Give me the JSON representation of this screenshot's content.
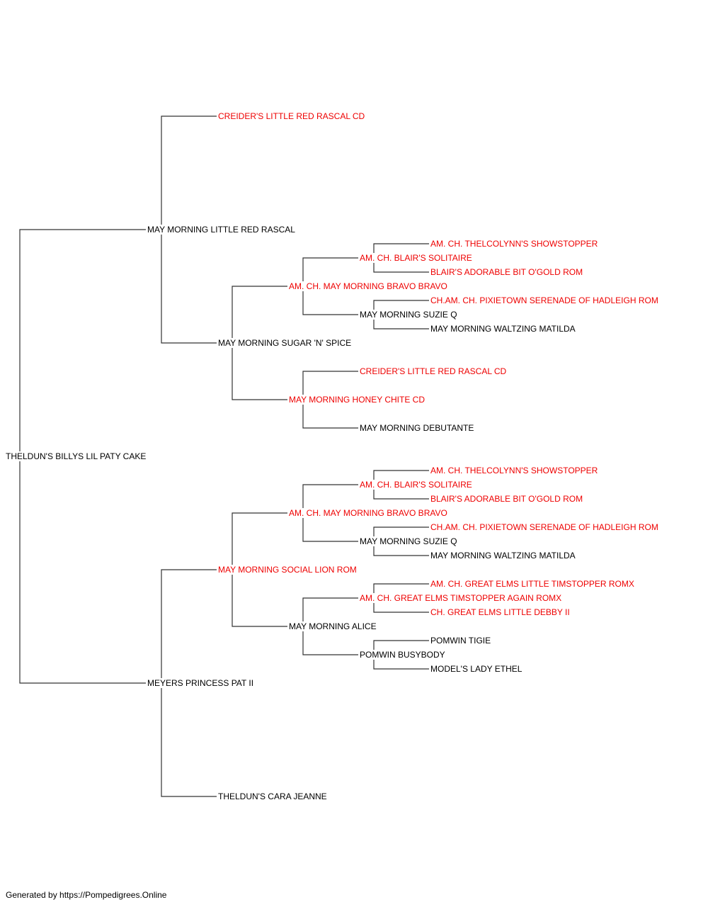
{
  "colors": {
    "titled": "#ee0000",
    "plain": "#000000",
    "line": "#333333"
  },
  "pedigree": {
    "subject": {
      "name": "THELDUN'S BILLYS LIL PATY CAKE",
      "red": false
    },
    "sire": {
      "name": "MAY MORNING LITTLE RED RASCAL",
      "red": false
    },
    "sire_sire": {
      "name": "CREIDER'S LITTLE RED RASCAL CD",
      "red": true
    },
    "sire_dam": {
      "name": "MAY MORNING SUGAR 'N' SPICE",
      "red": false
    },
    "sire_dam_sire": {
      "name": "AM. CH. MAY MORNING BRAVO BRAVO",
      "red": true
    },
    "sire_dam_sire_sire": {
      "name": "AM. CH. BLAIR'S SOLITAIRE",
      "red": true
    },
    "sire_dam_sire_sire_sire": {
      "name": "AM. CH. THELCOLYNN'S SHOWSTOPPER",
      "red": true
    },
    "sire_dam_sire_sire_dam": {
      "name": "BLAIR'S ADORABLE BIT O'GOLD ROM",
      "red": true
    },
    "sire_dam_sire_dam": {
      "name": "MAY MORNING SUZIE Q",
      "red": false
    },
    "sire_dam_sire_dam_sire": {
      "name": "CH.AM. CH. PIXIETOWN SERENADE OF HADLEIGH ROM",
      "red": true
    },
    "sire_dam_sire_dam_dam": {
      "name": "MAY MORNING WALTZING MATILDA",
      "red": false
    },
    "sire_dam_dam": {
      "name": "MAY MORNING HONEY CHITE CD",
      "red": true
    },
    "sire_dam_dam_sire": {
      "name": "CREIDER'S LITTLE RED RASCAL CD",
      "red": true
    },
    "sire_dam_dam_dam": {
      "name": "MAY MORNING DEBUTANTE",
      "red": false
    },
    "dam": {
      "name": "MEYERS PRINCESS PAT II",
      "red": false
    },
    "dam_sire": {
      "name": "MAY MORNING SOCIAL LION ROM",
      "red": true
    },
    "dam_sire_sire": {
      "name": "AM. CH. MAY MORNING BRAVO BRAVO",
      "red": true
    },
    "dam_sire_sire_sire": {
      "name": "AM. CH. BLAIR'S SOLITAIRE",
      "red": true
    },
    "dam_sire_sire_sire_sire": {
      "name": "AM. CH. THELCOLYNN'S SHOWSTOPPER",
      "red": true
    },
    "dam_sire_sire_sire_dam": {
      "name": "BLAIR'S ADORABLE BIT O'GOLD ROM",
      "red": true
    },
    "dam_sire_sire_dam": {
      "name": "MAY MORNING SUZIE Q",
      "red": false
    },
    "dam_sire_sire_dam_sire": {
      "name": "CH.AM. CH. PIXIETOWN SERENADE OF HADLEIGH ROM",
      "red": true
    },
    "dam_sire_sire_dam_dam": {
      "name": "MAY MORNING WALTZING MATILDA",
      "red": false
    },
    "dam_sire_dam": {
      "name": "MAY MORNING ALICE",
      "red": false
    },
    "dam_sire_dam_sire": {
      "name": "AM. CH. GREAT ELMS TIMSTOPPER AGAIN ROMX",
      "red": true
    },
    "dam_sire_dam_sire_sire": {
      "name": "AM. CH. GREAT ELMS LITTLE TIMSTOPPER ROMX",
      "red": true
    },
    "dam_sire_dam_sire_dam": {
      "name": "CH. GREAT ELMS LITTLE DEBBY II",
      "red": true
    },
    "dam_sire_dam_dam": {
      "name": "POMWIN BUSYBODY",
      "red": false
    },
    "dam_sire_dam_dam_sire": {
      "name": "POMWIN TIGIE",
      "red": false
    },
    "dam_sire_dam_dam_dam": {
      "name": "MODEL'S LADY ETHEL",
      "red": false
    },
    "dam_dam": {
      "name": "THELDUN'S CARA JEANNE",
      "red": false
    }
  },
  "footer": "Generated by https://Pompedigrees.Online"
}
